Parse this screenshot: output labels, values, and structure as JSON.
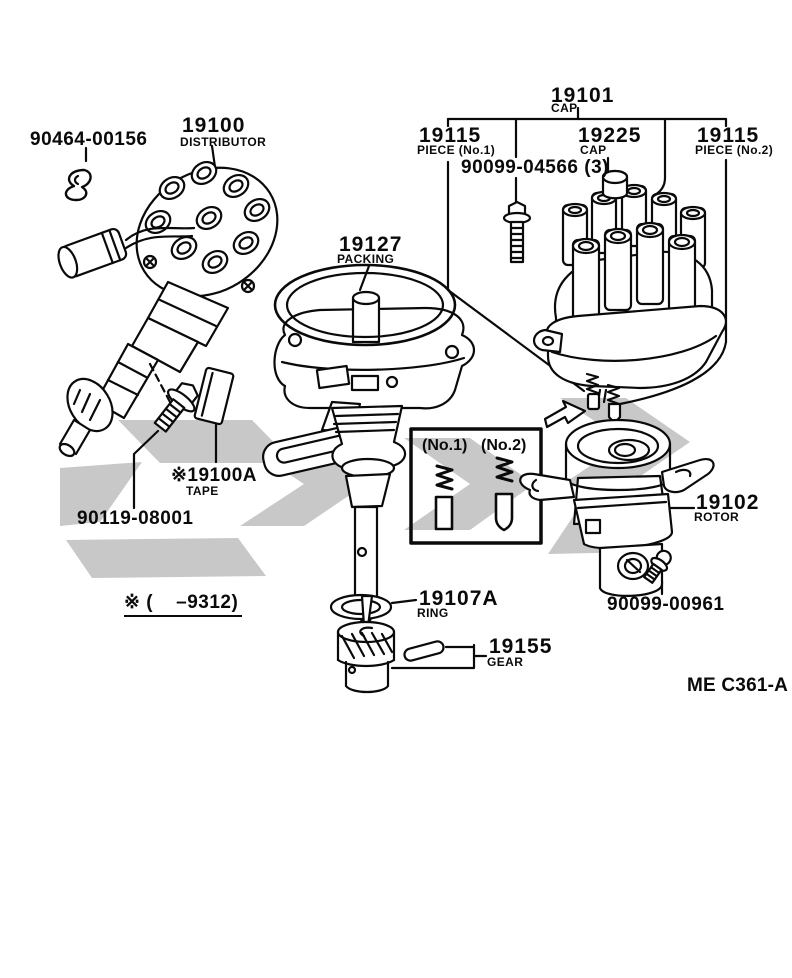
{
  "page": {
    "code": "ME C361-A",
    "note": "※ (    –9312)",
    "background": "#ffffff",
    "line_color": "#0a0a0a",
    "watermark_color": "#c8c8c8"
  },
  "parts": {
    "clip": {
      "number": "90464-00156"
    },
    "distributor": {
      "number": "19100",
      "name": "DISTRIBUTOR"
    },
    "packing": {
      "number": "19127",
      "name": "PACKING"
    },
    "cap_assy": {
      "number": "19101",
      "name": "CAP"
    },
    "piece1": {
      "number": "19115",
      "name": "PIECE (No.1)"
    },
    "small_cap": {
      "number": "19225",
      "name": "CAP"
    },
    "piece2": {
      "number": "19115",
      "name": "PIECE (No.2)"
    },
    "cap_screws": {
      "number": "90099-04566 (3)"
    },
    "tape": {
      "number": "※19100A",
      "name": "TAPE"
    },
    "body_bolt": {
      "number": "90119-08001"
    },
    "inset": {
      "no1": "(No.1)",
      "no2": "(No.2)"
    },
    "rotor": {
      "number": "19102",
      "name": "ROTOR"
    },
    "rotor_screw": {
      "number": "90099-00961"
    },
    "ring": {
      "number": "19107A",
      "name": "RING"
    },
    "gear": {
      "number": "19155",
      "name": "GEAR"
    }
  }
}
